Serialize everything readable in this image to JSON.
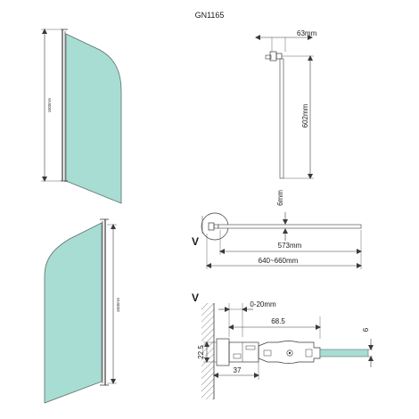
{
  "title": "GN1165",
  "colors": {
    "glass": "#a8ddd3",
    "line": "#3a3a3a",
    "text": "#1a1a1a"
  },
  "front_view": {
    "height_label_upper": "1500mm",
    "height_label_lower": "1500mm"
  },
  "top_section": {
    "width_label": "63mm",
    "depth_label": "602mm"
  },
  "plan_view": {
    "section_marker": "V",
    "thickness_label": "6mm",
    "panel_width_label": "573mm",
    "overall_width_label": "640~660mm"
  },
  "profile_detail": {
    "section_marker": "V",
    "adjust_label": "0-20mm",
    "profile_width_label": "68.5",
    "height_label": "22.5",
    "base_width_label": "37",
    "glass_label": "6"
  }
}
